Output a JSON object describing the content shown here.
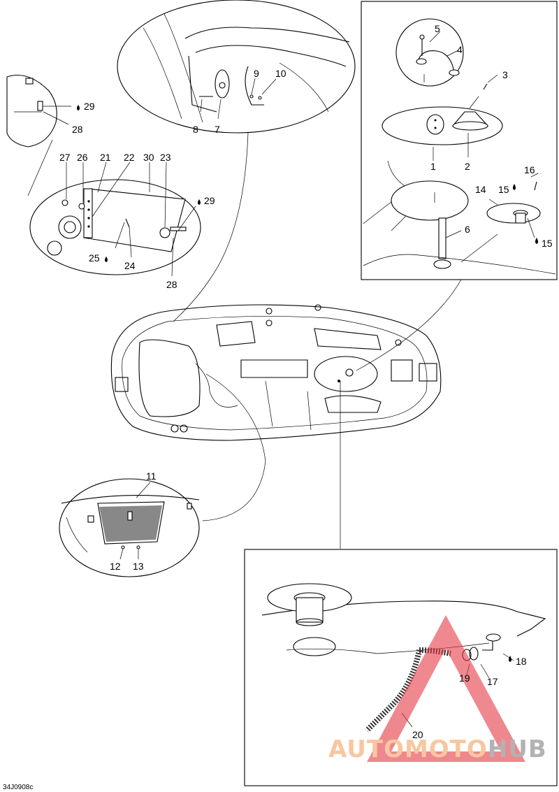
{
  "drawing_code": "34J0908c",
  "watermark": {
    "part1": "AUTOMOTO",
    "part2": "HUB",
    "color1": "#f4a261",
    "color2": "#808080",
    "triangle_color": "#e63946"
  },
  "callouts": {
    "c1": "1",
    "c2": "2",
    "c3": "3",
    "c4": "4",
    "c5": "5",
    "c6": "6",
    "c7": "7",
    "c8": "8",
    "c9": "9",
    "c10": "10",
    "c11": "11",
    "c12": "12",
    "c13": "13",
    "c14": "14",
    "c15a": "15",
    "c15b": "15",
    "c16": "16",
    "c17": "17",
    "c18": "18",
    "c19": "19",
    "c20": "20",
    "c21": "21",
    "c22": "22",
    "c23": "23",
    "c24": "24",
    "c25": "25",
    "c26": "26",
    "c27": "27",
    "c28a": "28",
    "c28b": "28",
    "c29a": "29",
    "c29b": "29",
    "c30": "30"
  }
}
